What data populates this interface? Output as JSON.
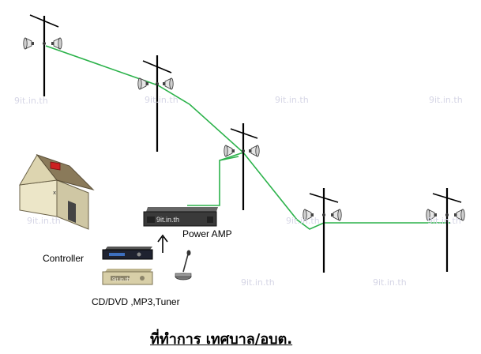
{
  "labels": {
    "power_amp": "Power AMP",
    "controller": "Controller",
    "sources": "CD/DVD ,MP3,Tuner",
    "footer_title": "ที่ทำการ เทศบาล/อบต."
  },
  "devices": {
    "amp_brand": "9it.in.th",
    "source_brand": "9it.in.th"
  },
  "watermarks": [
    "9it.in.th",
    "9it.in.th",
    "9it.in.th",
    "9it.in.th",
    "9it.in.th",
    "9it.in.th",
    "9it.in.th",
    "9it.in.th",
    "9it.in.th"
  ],
  "colors": {
    "cable": "#2bb24a",
    "pole": "#000000",
    "roof": "#8a7a5a",
    "wall": "#ece6c8",
    "chimney": "#cc2222",
    "amp_body": "#3a3a3a",
    "controller_body": "#1f2230",
    "source_body": "#d8cfa8"
  },
  "icons": {
    "pole": "utility-pole-icon",
    "speaker": "horn-speaker-icon",
    "house": "building-icon",
    "microphone": "microphone-icon",
    "arrow": "arrow-up-icon"
  }
}
